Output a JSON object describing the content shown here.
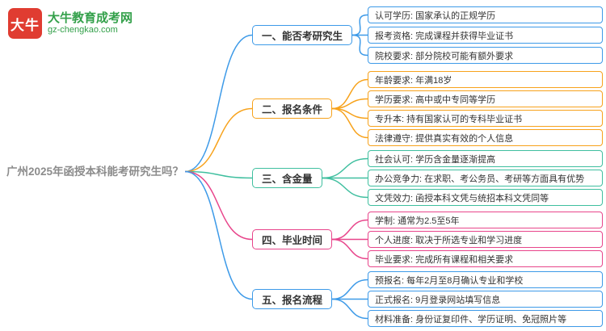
{
  "site": {
    "logo_text": "大牛",
    "name": "大牛教育成考网",
    "domain": "gz-chengkao.com"
  },
  "root": {
    "label": "广州2025年函授本科能考研究生吗？"
  },
  "branches": [
    {
      "label": "一、能否考研究生",
      "color": "#3d9ae8",
      "leaves": [
        "认可学历: 国家承认的正规学历",
        "报考资格: 完成课程并获得毕业证书",
        "院校要求: 部分院校可能有额外要求"
      ]
    },
    {
      "label": "二、报名条件",
      "color": "#f7a21b",
      "leaves": [
        "年龄要求: 年满18岁",
        "学历要求: 高中或中专同等学历",
        "专升本: 持有国家认可的专科毕业证书",
        "法律遵守: 提供真实有效的个人信息"
      ]
    },
    {
      "label": "三、含金量",
      "color": "#3fbf9f",
      "leaves": [
        "社会认可: 学历含金量逐渐提高",
        "办公竞争力: 在求职、考公务员、考研等方面具有优势",
        "文凭效力: 函授本科文凭与统招本科文凭同等"
      ]
    },
    {
      "label": "四、毕业时间",
      "color": "#e8458b",
      "leaves": [
        "学制: 通常为2.5至5年",
        "个人进度: 取决于所选专业和学习进度",
        "毕业要求: 完成所有课程和相关要求"
      ]
    },
    {
      "label": "五、报名流程",
      "color": "#3d9ae8",
      "leaves": [
        "预报名: 每年2月至8月确认专业和学校",
        "正式报名: 9月登录网站填写信息",
        "材料准备: 身份证复印件、学历证明、免冠照片等"
      ]
    }
  ]
}
